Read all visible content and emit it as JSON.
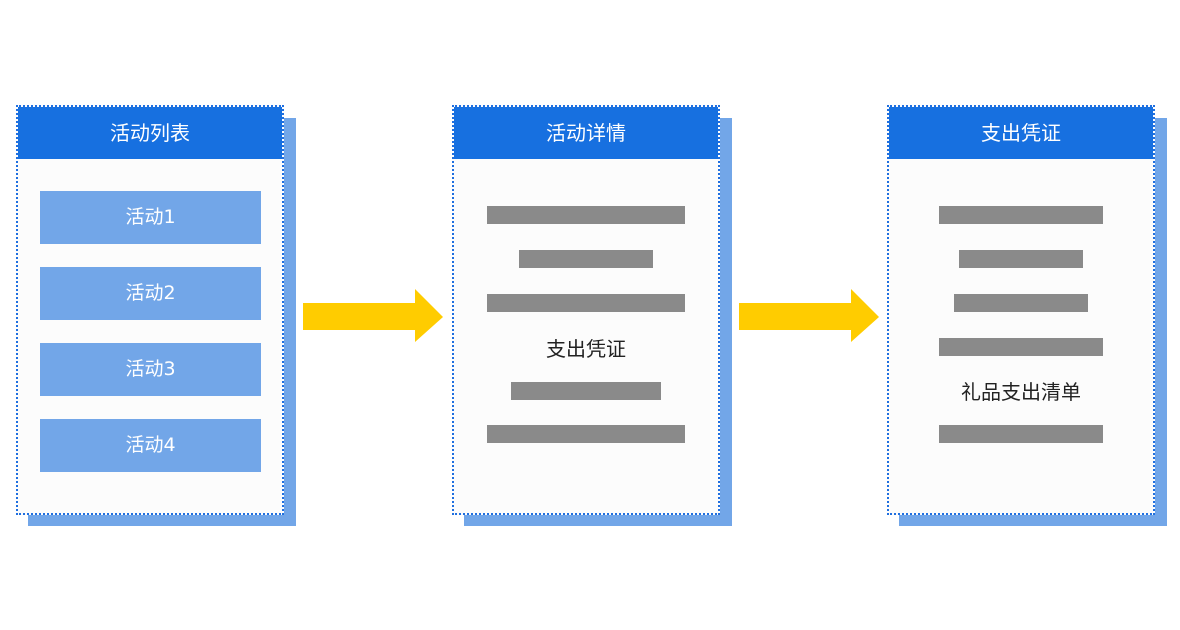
{
  "colors": {
    "header_blue": "#1770e0",
    "item_blue": "#72a6e8",
    "shadow_blue": "#72a6e8",
    "bar_gray": "#8a8a8a",
    "arrow_yellow": "#ffcc00"
  },
  "cards": [
    {
      "title": "活动列表",
      "items": [
        "活动1",
        "活动2",
        "活动3",
        "活动4"
      ]
    },
    {
      "title": "活动详情",
      "label": "支出凭证"
    },
    {
      "title": "支出凭证",
      "label": "礼品支出清单"
    }
  ],
  "arrows": [
    {
      "icon": "right-arrow-icon"
    },
    {
      "icon": "right-arrow-icon"
    }
  ]
}
